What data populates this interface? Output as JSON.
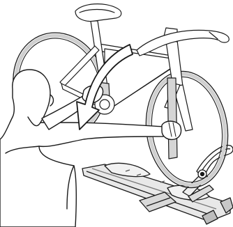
{
  "figure": {
    "colors": {
      "background": "#ffffff",
      "line": "#1a1a1a",
      "bike_fill": "#ffffff",
      "bike_outline": "#8a8a8a",
      "shade": "#cfcfcf",
      "arrow_fill": "#ffffff"
    },
    "elements": {
      "person": "person-silhouette",
      "bike": "bicycle",
      "arrow": "lowering-arrow",
      "rack": "hitch-bike-rack"
    }
  }
}
